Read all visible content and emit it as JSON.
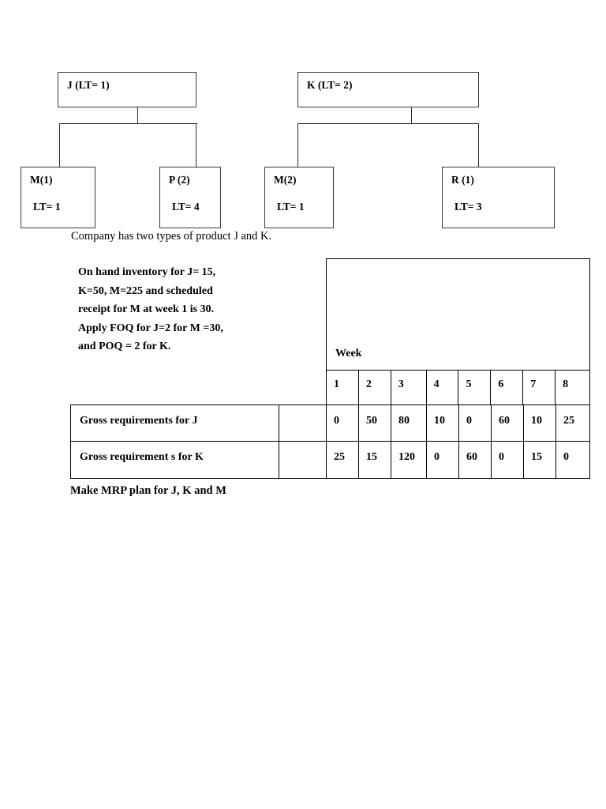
{
  "diagram": {
    "nodes": [
      {
        "name": "j",
        "label": "J (LT= 1)",
        "line2": ""
      },
      {
        "name": "k",
        "label": "K (LT= 2)",
        "line2": ""
      },
      {
        "name": "m1",
        "label": "M(1)",
        "line2": "LT= 1"
      },
      {
        "name": "p2",
        "label": "P (2)",
        "line2": "LT= 4"
      },
      {
        "name": "m2",
        "label": "M(2)",
        "line2": "LT= 1"
      },
      {
        "name": "r1",
        "label": "R (1)",
        "line2": "LT= 3"
      }
    ]
  },
  "captions": {
    "company": "Company has two types of product J and K.",
    "make_plan": "Make MRP plan for J, K and M"
  },
  "statement": {
    "lines": [
      "On hand inventory for J= 15,",
      "K=50, M=225 and scheduled",
      "receipt for M at week 1 is 30.",
      "Apply FOQ for J=2 for M =30,",
      "and POQ = 2 for K."
    ]
  },
  "table": {
    "week_header": "Week",
    "weeks": [
      "1",
      "2",
      "3",
      "4",
      "5",
      "6",
      "7",
      "8"
    ],
    "rows": [
      {
        "label": "Gross requirements for J",
        "values": [
          "0",
          "50",
          "80",
          "10",
          "0",
          "60",
          "10",
          "25"
        ]
      },
      {
        "label": "Gross requirement s for K",
        "values": [
          "25",
          "15",
          "120",
          "0",
          "60",
          "0",
          "15",
          "0"
        ]
      }
    ]
  },
  "chart_data": {
    "type": "table",
    "title": "Gross requirements by week",
    "categories": [
      "1",
      "2",
      "3",
      "4",
      "5",
      "6",
      "7",
      "8"
    ],
    "xlabel": "Week",
    "ylabel": "Gross requirements",
    "series": [
      {
        "name": "Gross requirements for J",
        "values": [
          0,
          50,
          80,
          10,
          0,
          60,
          10,
          25
        ]
      },
      {
        "name": "Gross requirement s for K",
        "values": [
          25,
          15,
          120,
          0,
          60,
          0,
          15,
          0
        ]
      }
    ]
  },
  "colors": {
    "page_background": "#ffffff",
    "text": "#000000",
    "rule": "#000000",
    "box_border": "#3a3a3a"
  }
}
